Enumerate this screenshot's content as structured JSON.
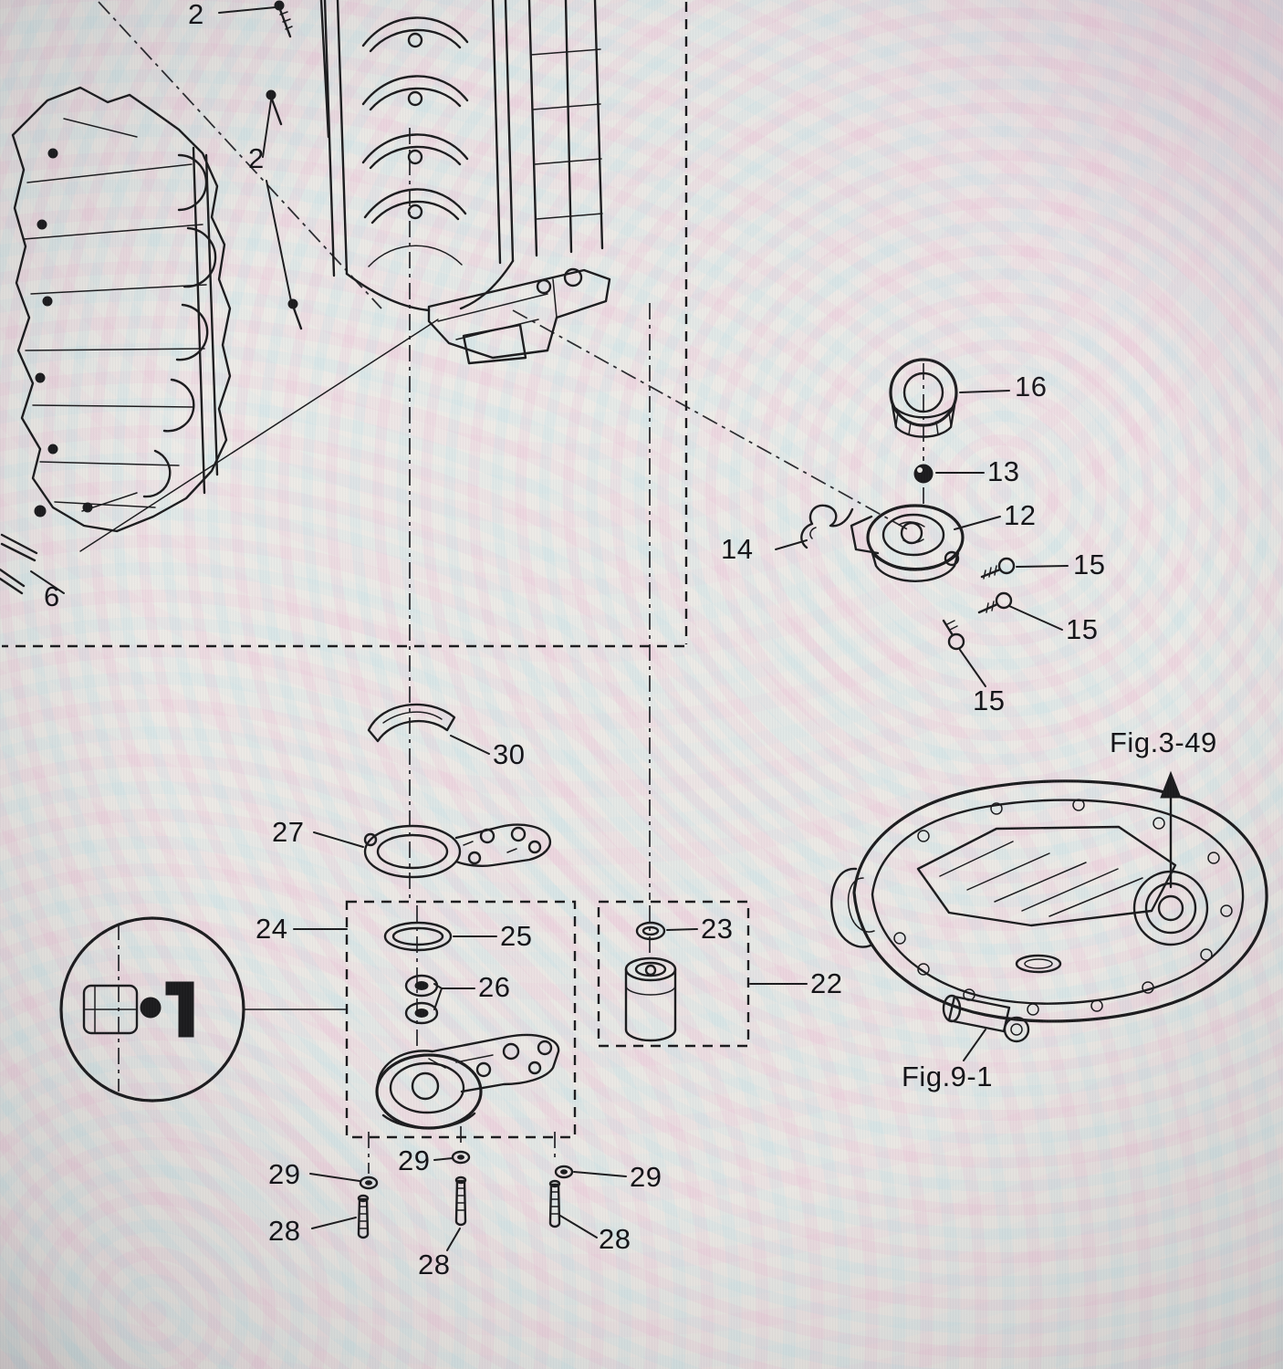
{
  "diagram": {
    "title": "outboard-oil-pump-exploded-parts-diagram",
    "callouts": {
      "c2_top": "2",
      "c2_mid": "2",
      "c6": "6",
      "c16": "16",
      "c13": "13",
      "c12": "12",
      "c14": "14",
      "c15_a": "15",
      "c15_b": "15",
      "c15_c": "15",
      "c30": "30",
      "c27": "27",
      "c24": "24",
      "c25": "25",
      "c26": "26",
      "c23": "23",
      "c22": "22",
      "c29_left": "29",
      "c29_mid": "29",
      "c29_right": "29",
      "c28_left": "28",
      "c28_mid": "28",
      "c28_right": "28"
    },
    "figure_refs": {
      "fig_3_49": "Fig.3-49",
      "fig_9_1": "Fig.9-1"
    },
    "colors": {
      "line": "#1c1c1e",
      "label": "#141418",
      "background": "#eae8e4",
      "moire_pink": "#e9b8d4",
      "moire_cyan": "#bfe3ea"
    }
  }
}
